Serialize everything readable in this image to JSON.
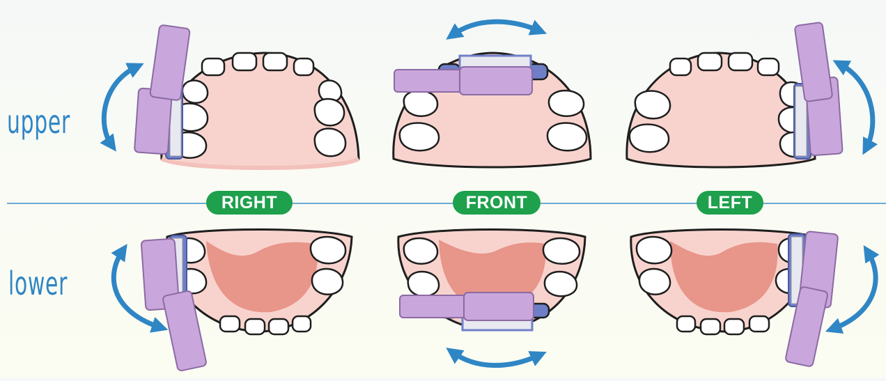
{
  "labels": {
    "upper": "upper",
    "lower": "lower"
  },
  "sections": [
    {
      "key": "right",
      "label": "RIGHT"
    },
    {
      "key": "front",
      "label": "FRONT"
    },
    {
      "key": "left",
      "label": "LEFT"
    }
  ],
  "colors": {
    "divider": "#3f8fc8",
    "pill": "#1ea04c",
    "row_label": "#2f86c5",
    "arrow": "#2f86c5",
    "gum": "#f8d3cd",
    "tongue": "#e8958a",
    "tooth_outline": "#1e1e1e",
    "brush": "#c9a7dc",
    "brush_outline": "#8b6aa3",
    "brush_head": "#6f7fc7"
  },
  "icons": [
    "curved-double-arrow-icon",
    "toothbrush-icon",
    "tooth-icon"
  ]
}
